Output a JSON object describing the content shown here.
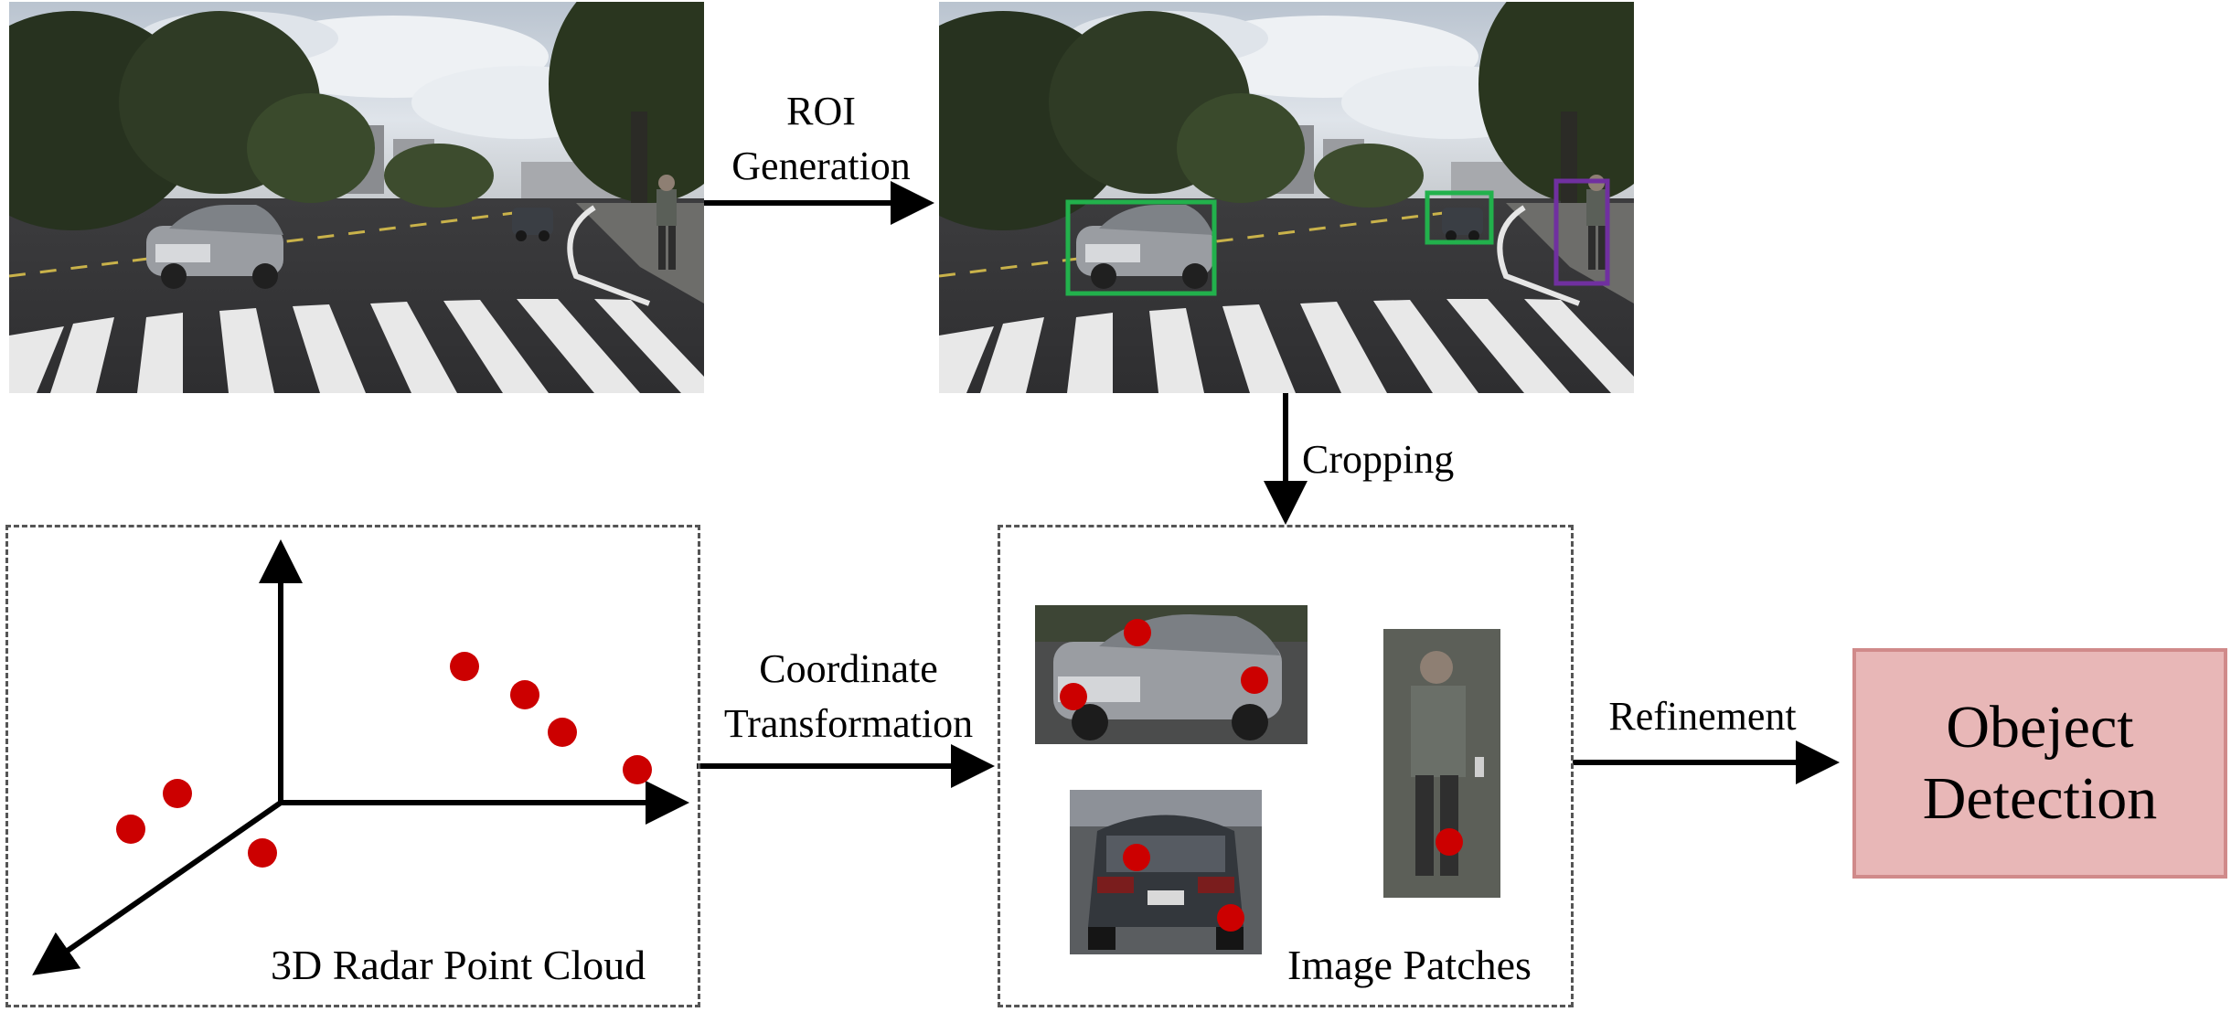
{
  "steps": {
    "roi_line1": "ROI",
    "roi_line2": "Generation",
    "cropping": "Cropping",
    "coord_line1": "Coordinate",
    "coord_line2": "Transformation",
    "refinement": "Refinement"
  },
  "panels": {
    "radar_label": "3D Radar Point Cloud",
    "patches_label": "Image Patches"
  },
  "result": {
    "line1": "Obeject",
    "line2": "Detection"
  },
  "colors": {
    "radar_point": "#cc0000",
    "roi_box_car": "#22b14c",
    "roi_box_person": "#7030a0",
    "result_fill": "#e8b7b7",
    "result_border": "#d08a8a"
  }
}
